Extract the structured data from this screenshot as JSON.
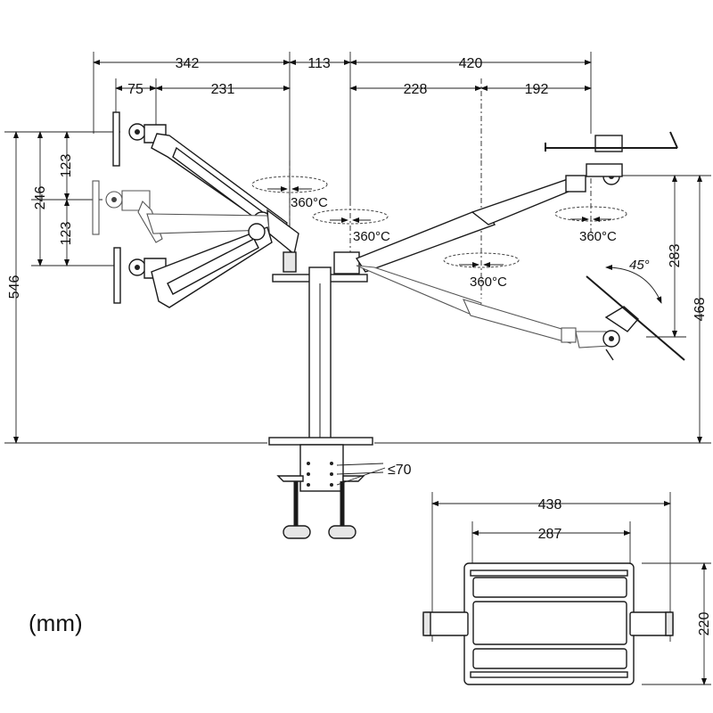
{
  "unit_label": "(mm)",
  "dimensions": {
    "top_342": "342",
    "top_113": "113",
    "top_420": "420",
    "sub_75": "75",
    "sub_231": "231",
    "sub_228": "228",
    "sub_192": "192",
    "left_123_upper": "123",
    "left_123_lower": "123",
    "left_246": "246",
    "left_546": "546",
    "right_283": "283",
    "right_468": "468",
    "clamp_max": "≤70",
    "base_438": "438",
    "base_287": "287",
    "base_220": "220"
  },
  "rotations": {
    "r1": "360°C",
    "r2": "360°C",
    "r3": "360°C",
    "r4": "360°C"
  },
  "tilt_angle": "45°"
}
